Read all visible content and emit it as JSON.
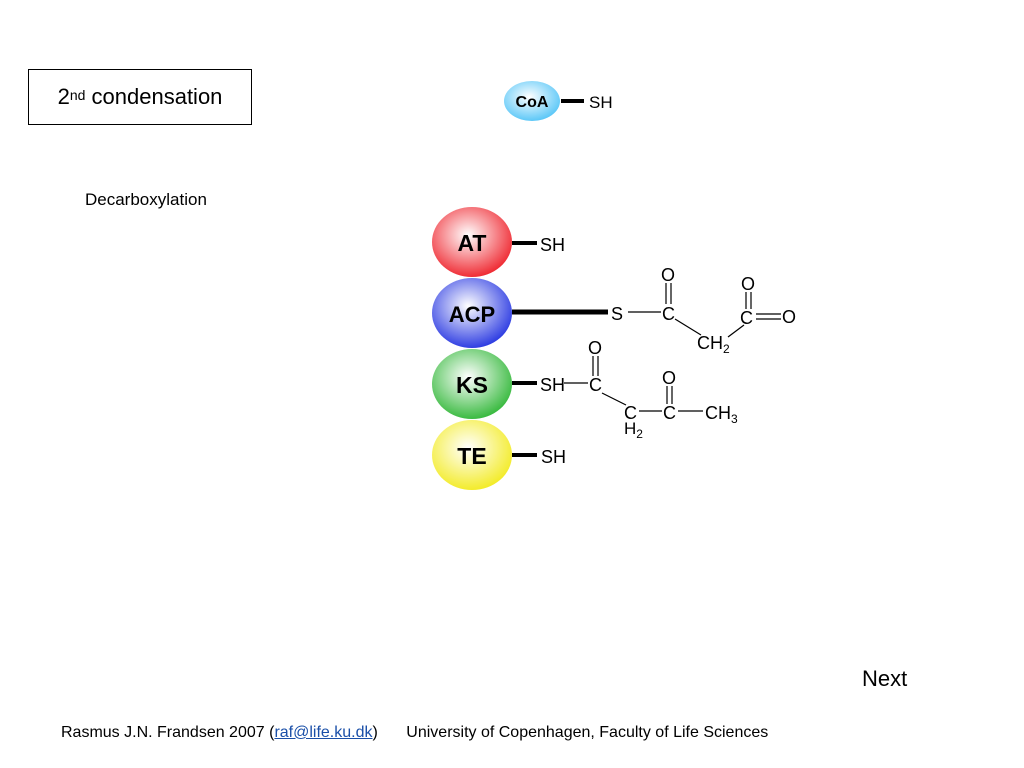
{
  "title": {
    "number": "2",
    "superscript": "nd",
    "text": "condensation"
  },
  "step_label": "Decarboxylation",
  "coa": {
    "label": "CoA",
    "group": "SH",
    "color": "#4fc3f7"
  },
  "domains": [
    {
      "id": "at",
      "label": "AT",
      "group": "SH",
      "color": "#ee1c25"
    },
    {
      "id": "acp",
      "label": "ACP",
      "group": "S",
      "color": "#1f2fe0"
    },
    {
      "id": "ks",
      "label": "KS",
      "group": "SH",
      "color": "#2bb532"
    },
    {
      "id": "te",
      "label": "TE",
      "group": "SH",
      "color": "#f2ea1a"
    }
  ],
  "acp_chain": {
    "carbonyl_c": "C",
    "carbonyl_o": "O",
    "ch2": "CH",
    "ch2_sub": "2",
    "carboxyl_c": "C",
    "carboxyl_o1": "O",
    "carboxyl_o2": "O"
  },
  "ks_chain": {
    "c1": "C",
    "o1": "O",
    "c2": "C",
    "h2": "H",
    "h2_sub": "2",
    "c3": "C",
    "o3": "O",
    "ch3": "CH",
    "ch3_sub": "3"
  },
  "next_label": "Next",
  "footer": {
    "author": "Rasmus J.N. Frandsen 2007",
    "open_paren": "(",
    "email": "raf@life.ku.dk",
    "close_paren": ")",
    "organization": "University of Copenhagen, Faculty of Life Sciences"
  }
}
